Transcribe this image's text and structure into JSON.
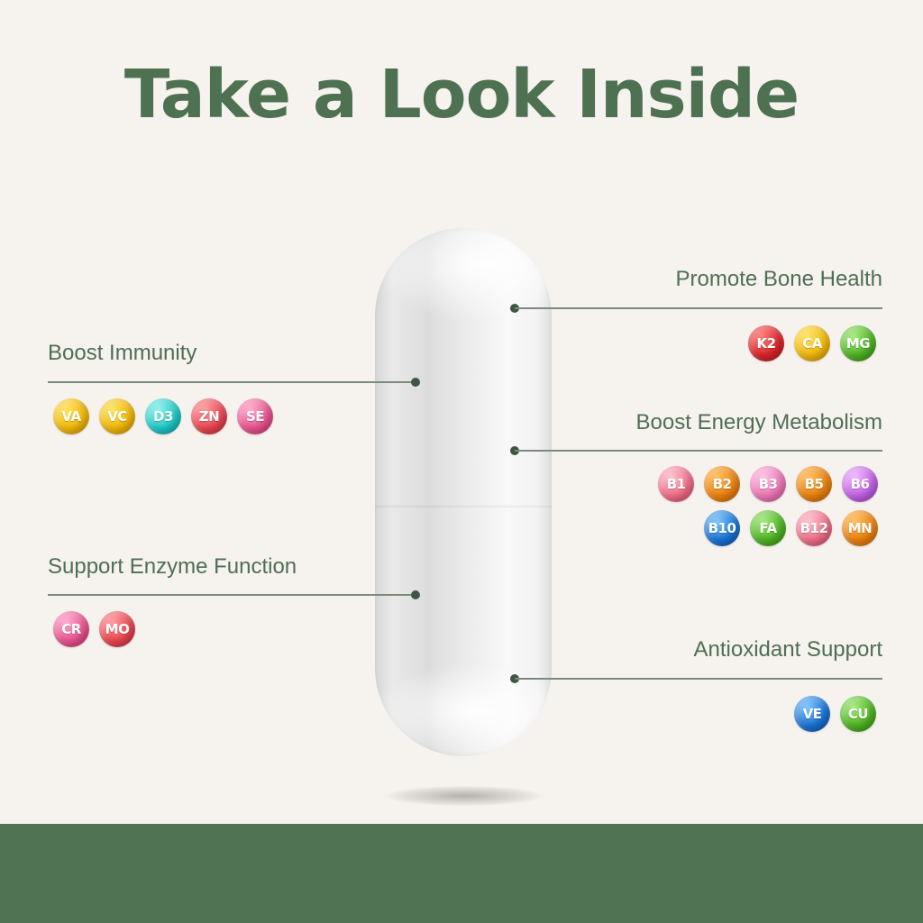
{
  "title": "Take a Look Inside",
  "colors": {
    "background": "#f6f2ee",
    "accent_green": "#4e7152",
    "footer": "#507453",
    "dot": "#3d5642"
  },
  "benefits": {
    "boost_immunity": {
      "label": "Boost Immunity",
      "nutrients": [
        "VA",
        "VC",
        "D3",
        "ZN",
        "SE"
      ]
    },
    "support_enzyme": {
      "label": "Support Enzyme Function",
      "nutrients": [
        "CR",
        "MO"
      ]
    },
    "bone_health": {
      "label": "Promote Bone Health",
      "nutrients": [
        "K2",
        "CA",
        "MG"
      ]
    },
    "energy_metabolism": {
      "label": "Boost Energy Metabolism",
      "nutrients_row1": [
        "B1",
        "B2",
        "B3",
        "B5",
        "B6"
      ],
      "nutrients_row2": [
        "B10",
        "FA",
        "B12",
        "MN"
      ]
    },
    "antioxidant": {
      "label": "Antioxidant Support",
      "nutrients": [
        "VE",
        "CU"
      ]
    }
  }
}
